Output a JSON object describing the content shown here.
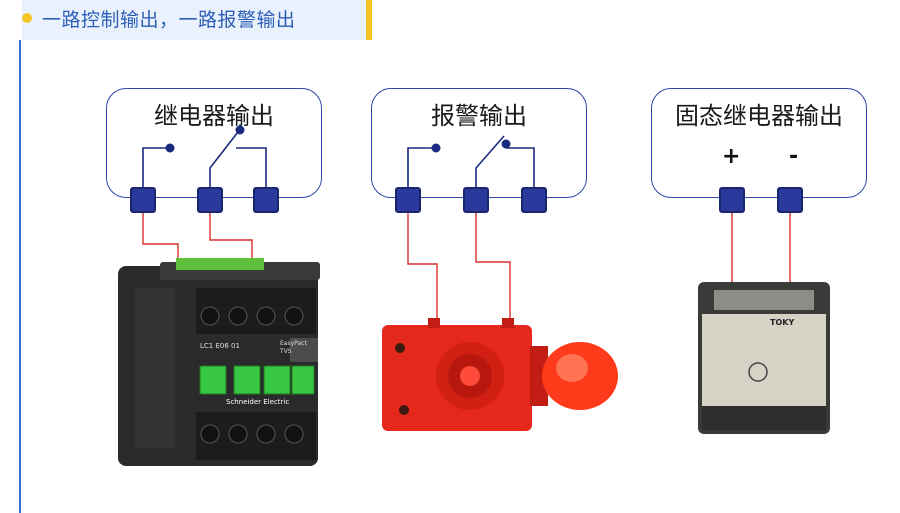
{
  "header": {
    "title": "一路控制输出，一路报警输出"
  },
  "panels": [
    {
      "label": "继电器输出"
    },
    {
      "label": "报警输出"
    },
    {
      "label": "固态继电器输出",
      "plus": "+",
      "minus": "-"
    }
  ],
  "colors": {
    "accent_blue": "#2e47a8",
    "header_yellow": "#f3c625",
    "wire_red": "#d9302c"
  },
  "devices": [
    {
      "name": "contactor",
      "brand_text": "Schneider Electric",
      "model": "LC1 E06 01",
      "series": "EasyPact TVS"
    },
    {
      "name": "alarm-siren"
    },
    {
      "name": "solid-state-relay",
      "brand_text": "TOKY"
    }
  ]
}
